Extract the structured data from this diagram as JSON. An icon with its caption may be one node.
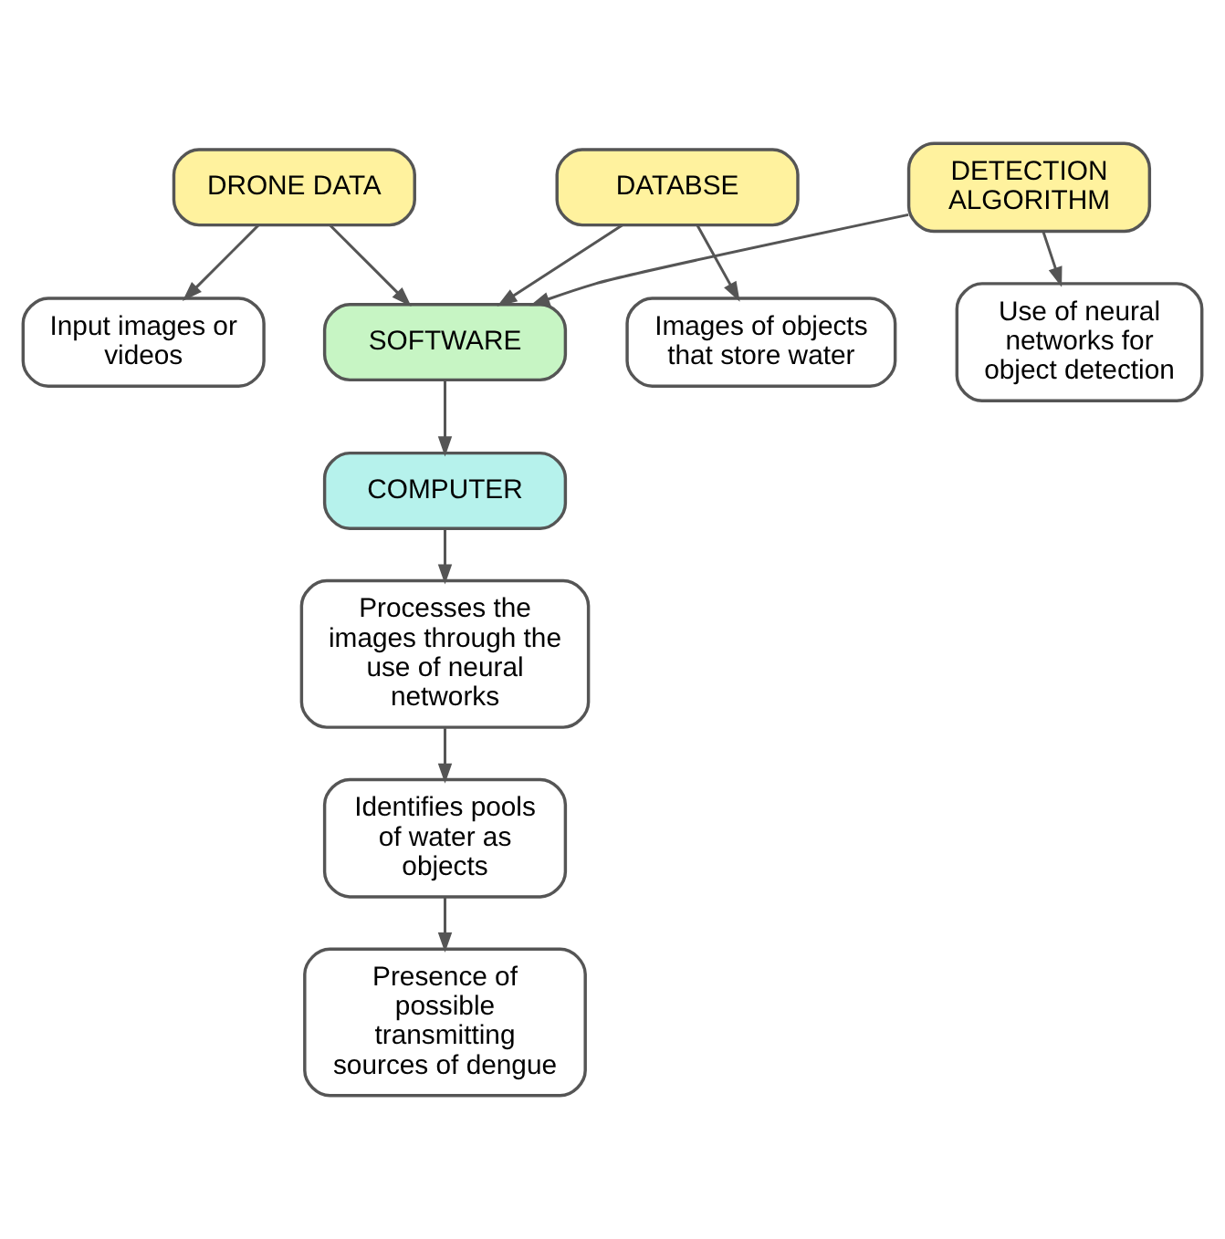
{
  "diagram": {
    "nodes": [
      {
        "text": [
          "DRONE DATA"
        ]
      },
      {
        "text": [
          "Input images or videos"
        ]
      },
      {
        "text": [
          "DATABSE"
        ]
      },
      {
        "text": [
          "Images of objects that store water"
        ]
      },
      {
        "text": [
          "DETECTION ALGORITHM"
        ]
      },
      {
        "text": [
          "Use of neural networks for object detection"
        ]
      },
      {
        "text": [
          "SOFTWARE"
        ]
      },
      {
        "text": [
          "COMPUTER"
        ]
      },
      {
        "text": [
          "Processes the images through the use of neural networks"
        ]
      },
      {
        "text": [
          "Identifies pools of water as objects"
        ]
      },
      {
        "text": [
          "Presence of possible transmitting sources of dengue"
        ]
      }
    ],
    "edges": [
      {
        "from": 0,
        "to": 1,
        "arrow": "to"
      },
      {
        "from": 0,
        "to": 6,
        "arrow": "to"
      },
      {
        "from": 2,
        "to": 6,
        "arrow": "to"
      },
      {
        "from": 2,
        "to": 3,
        "arrow": "to"
      },
      {
        "from": 4,
        "to": 6,
        "arrow": "to"
      },
      {
        "from": 4,
        "to": 5,
        "arrow": "to"
      },
      {
        "from": 6,
        "to": 7,
        "arrow": "to"
      },
      {
        "from": 7,
        "to": 8,
        "arrow": "to"
      },
      {
        "from": 8,
        "to": 9,
        "arrow": "to"
      },
      {
        "from": 9,
        "to": 10,
        "arrow": "to"
      }
    ]
  }
}
